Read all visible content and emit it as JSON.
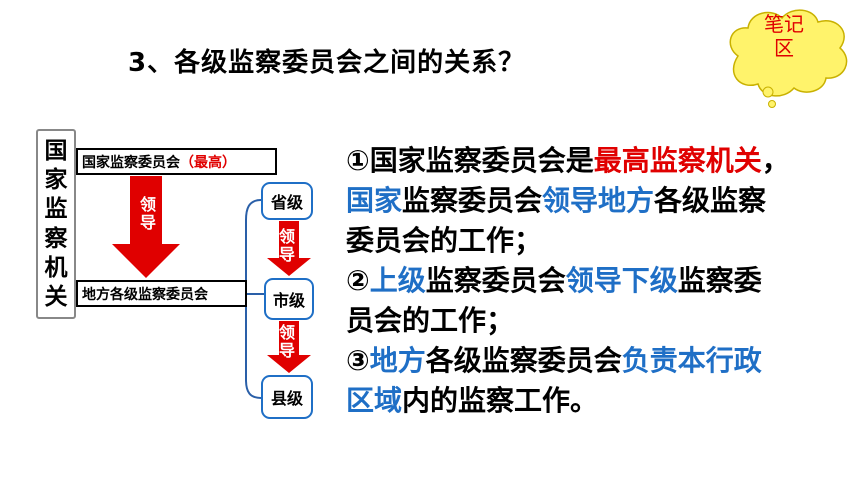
{
  "title": "3、各级监察委员会之间的关系？",
  "note_bubble": {
    "line1": "笔记",
    "line2": "区"
  },
  "vertical_label": [
    "国",
    "家",
    "监",
    "察",
    "机",
    "关"
  ],
  "diagram": {
    "national_box": {
      "text": "国家监察委员会",
      "highlight": "（最高）"
    },
    "local_box": "地方各级监察委员会",
    "lead_label": [
      "领",
      "导"
    ],
    "levels": {
      "province": "省级",
      "city": "市级",
      "county": "县级"
    }
  },
  "content": {
    "l1": [
      "①国家监察委员会是",
      "最高监察机关",
      "，"
    ],
    "l2": [
      "国家",
      "监察委员会",
      "领导地方",
      "各级监察"
    ],
    "l3": "委员会的工作；",
    "l4": [
      "②",
      "上级",
      "监察委员会",
      "领导下级",
      "监察委"
    ],
    "l5": "员会的工作；",
    "l6": [
      "③",
      "地方",
      "各级监察委员会",
      "负责本行政"
    ],
    "l7": [
      "区域",
      "内的监察工作。"
    ]
  },
  "colors": {
    "red": "#e00000",
    "blue": "#1f6fc6",
    "bubble": "#fff36b",
    "arrow": "#e00000"
  }
}
